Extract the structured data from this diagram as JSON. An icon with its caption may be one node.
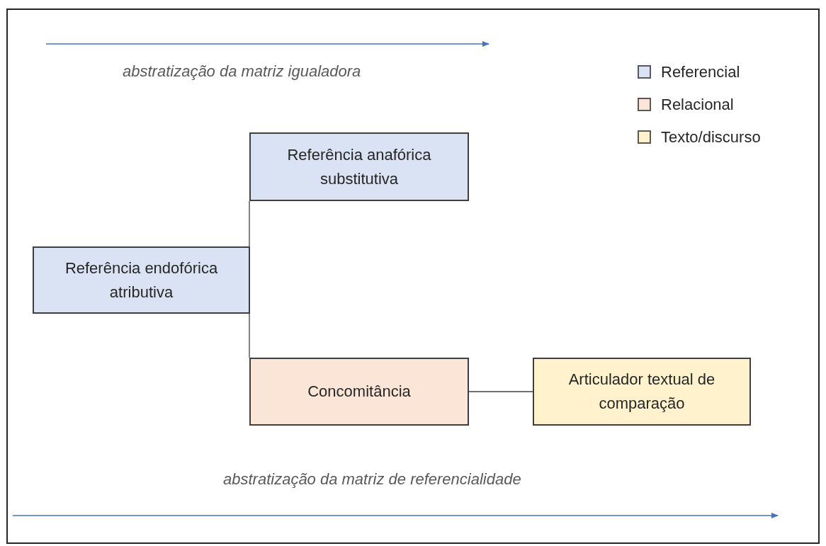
{
  "diagram": {
    "nodes": [
      {
        "text": [
          "Referência endofórica atributiva"
        ]
      },
      {
        "text": [
          "Referência anafórica substitutiva"
        ]
      },
      {
        "text": [
          "Concomitância"
        ]
      },
      {
        "text": [
          "Articulador textual de comparação"
        ]
      }
    ],
    "edges": [
      {
        "from": 1,
        "to": 0,
        "arrow": "none"
      },
      {
        "from": 0,
        "to": 2,
        "arrow": "none"
      },
      {
        "from": 2,
        "to": 3,
        "arrow": "none"
      }
    ],
    "labels": [
      "abstratização da matriz igualadora",
      "abstratização da matriz de referencialidade"
    ],
    "legend": [
      {
        "text": "Referencial",
        "color": "#dae3f3"
      },
      {
        "text": "Relacional",
        "color": "#fbe5d6"
      },
      {
        "text": "Texto/discurso",
        "color": "#fff2cc"
      }
    ]
  }
}
